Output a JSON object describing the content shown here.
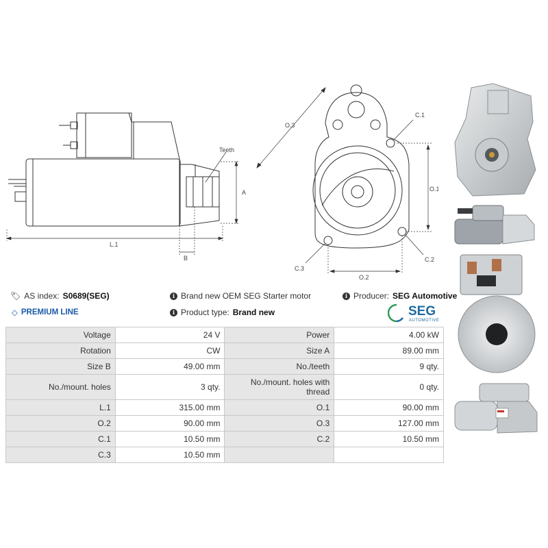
{
  "drawing": {
    "teeth_label": "Teeth",
    "dim_a": "A",
    "dim_b": "B",
    "dim_l1": "L.1",
    "dim_o1": "O.1",
    "dim_o2": "O.2",
    "dim_o3": "O.3",
    "dim_c1": "C.1",
    "dim_c2": "C.2",
    "dim_c3": "C.3"
  },
  "info": {
    "as_index_label": "AS index:",
    "as_index_value": "S0689(SEG)",
    "premium_line": "PREMIUM LINE",
    "description": "Brand new OEM SEG Starter motor",
    "product_type_label": "Product type:",
    "product_type_value": "Brand new",
    "producer_label": "Producer:",
    "producer_value": "SEG Automotive",
    "logo_text": "SEG",
    "logo_subtext": "AUTOMOTIVE"
  },
  "specs": [
    {
      "l1": "Voltage",
      "v1": "24 V",
      "l2": "Power",
      "v2": "4.00 kW"
    },
    {
      "l1": "Rotation",
      "v1": "CW",
      "l2": "Size A",
      "v2": "89.00 mm"
    },
    {
      "l1": "Size B",
      "v1": "49.00 mm",
      "l2": "No./teeth",
      "v2": "9 qty."
    },
    {
      "l1": "No./mount. holes",
      "v1": "3 qty.",
      "l2": "No./mount. holes with thread",
      "v2": "0 qty."
    },
    {
      "l1": "L.1",
      "v1": "315.00 mm",
      "l2": "O.1",
      "v2": "90.00 mm"
    },
    {
      "l1": "O.2",
      "v1": "90.00 mm",
      "l2": "O.3",
      "v2": "127.00 mm"
    },
    {
      "l1": "C.1",
      "v1": "10.50 mm",
      "l2": "C.2",
      "v2": "10.50 mm"
    },
    {
      "l1": "C.3",
      "v1": "10.50 mm",
      "l2": "",
      "v2": ""
    }
  ],
  "colors": {
    "premium": "#1a5aa8",
    "seg_green": "#2e9a5b",
    "seg_blue": "#1f6aa0",
    "label_bg": "#e6e6e6"
  }
}
